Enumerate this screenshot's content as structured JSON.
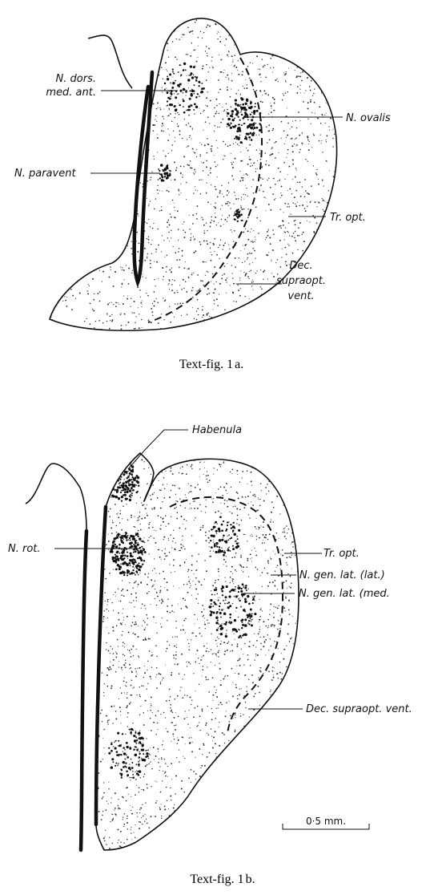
{
  "figures": [
    {
      "caption_main": "Text-fig. 1",
      "caption_letter": "a",
      "labels": {
        "n_dors_med_ant_l1": "N. dors.",
        "n_dors_med_ant_l2": "med. ant.",
        "n_ovalis": "N. ovalis",
        "n_paravent": "N. paravent",
        "tr_opt": "Tr. opt.",
        "dec_l1": "Dec.",
        "dec_l2": "supraopt.",
        "dec_l3": "vent."
      }
    },
    {
      "caption_main": "Text-fig. 1",
      "caption_letter": "b",
      "labels": {
        "habenula": "Habenula",
        "n_rot": "N. rot.",
        "tr_opt": "Tr. opt.",
        "n_gen_lat_lat": "N. gen. lat. (lat.)",
        "n_gen_lat_med": "N. gen. lat. (med.",
        "dec_supraopt_vent": "Dec. supraopt. vent."
      },
      "scale_bar": "0·5 mm."
    }
  ]
}
